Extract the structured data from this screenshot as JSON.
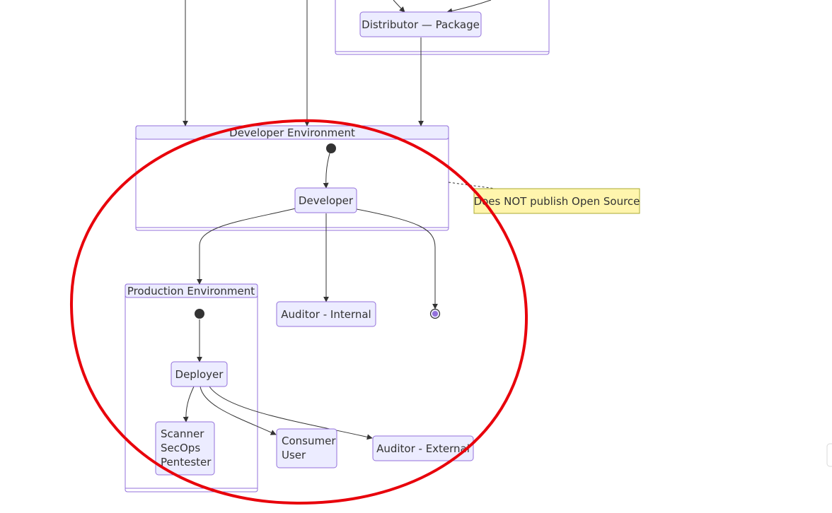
{
  "colors": {
    "node_fill": "#ECECFF",
    "node_border": "#9370DB",
    "cluster_fill": "#FFFFFF",
    "cluster_border": "#9370DB",
    "cluster_header_fill": "#ECECFF",
    "note_fill": "#FFF5AD",
    "note_border": "#AAAA33",
    "edge": "#333333",
    "annotation": "#E8000B"
  },
  "clusters": {
    "distributor_cluster": {
      "title": ""
    },
    "developer_environment": {
      "title": "Developer Environment"
    },
    "production_environment": {
      "title": "Production Environment"
    }
  },
  "nodes": {
    "distributor_package": "Distributor — Package",
    "developer": "Developer",
    "auditor_internal": "Auditor - Internal",
    "deployer": "Deployer",
    "scanner_secops_pentester": [
      "Scanner",
      "SecOps",
      "Pentester"
    ],
    "consumer_user": [
      "Consumer",
      "User"
    ],
    "auditor_external": "Auditor - External"
  },
  "note": {
    "text": "Does NOT publish Open Source"
  },
  "states": {
    "developer_start": "start-state",
    "production_start": "start-state",
    "developer_end": "end-state"
  },
  "annotation": {
    "shape": "ellipse",
    "color": "#E8000B"
  }
}
